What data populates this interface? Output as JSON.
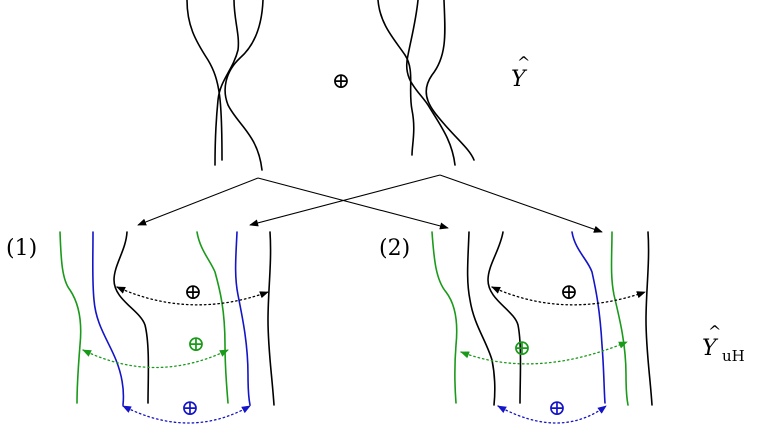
{
  "labels": {
    "oplus": "⊕",
    "y_hat": "Y",
    "hat_mark": "^",
    "y_uh_subscript": "uH",
    "case1": "(1)",
    "case2": "(2)"
  },
  "colors": {
    "black": "#000000",
    "green": "#1a9a1a",
    "blue": "#1414c8"
  }
}
